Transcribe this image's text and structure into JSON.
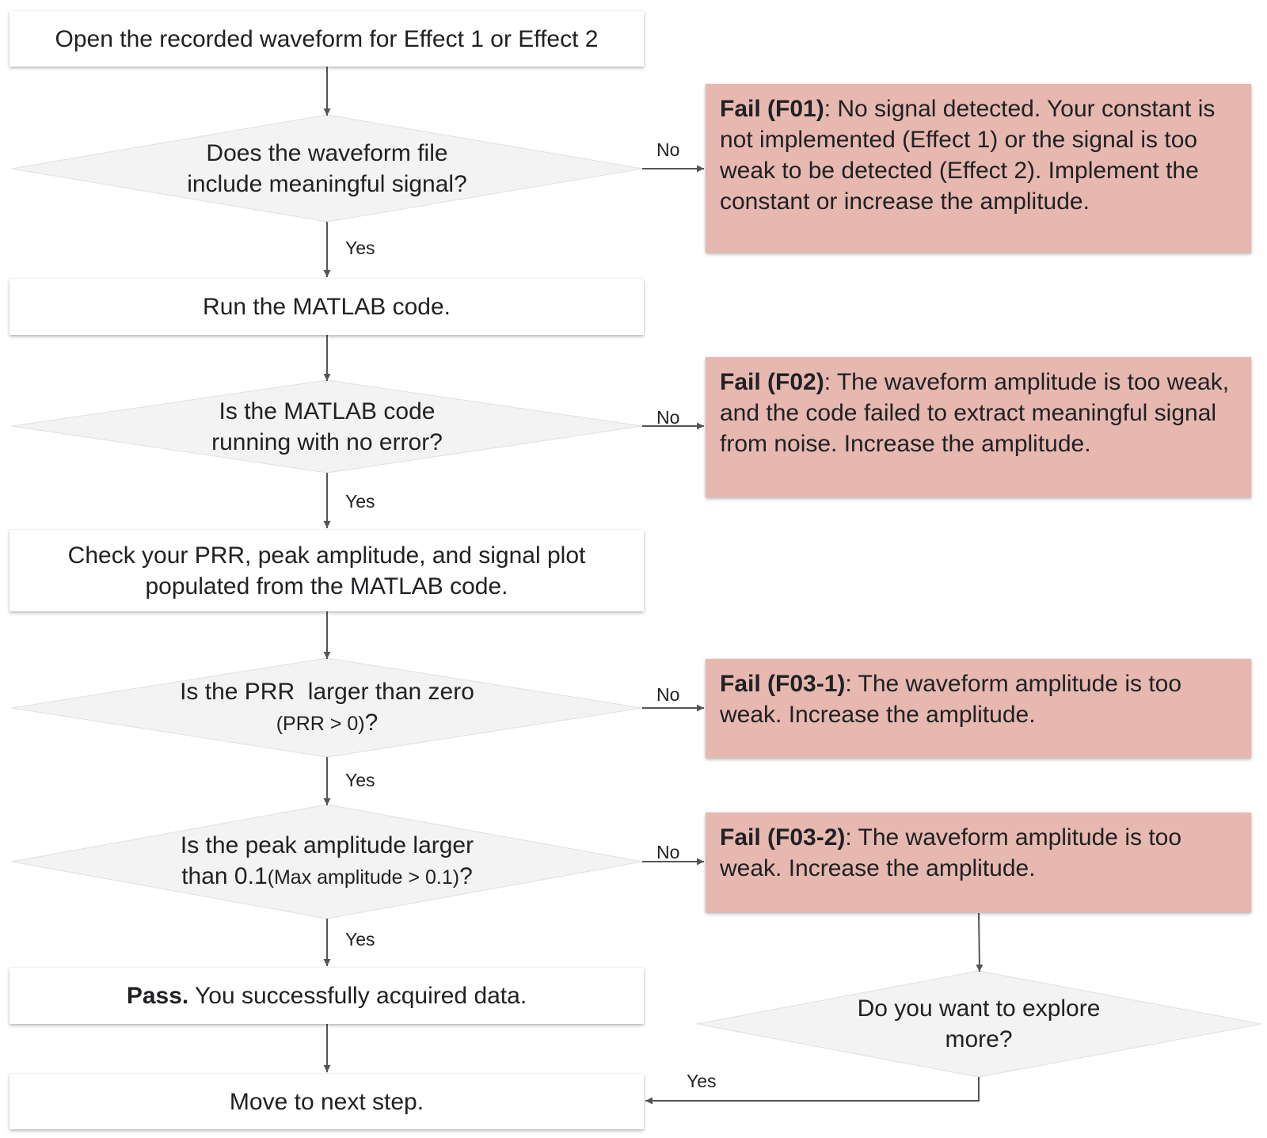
{
  "nodes": {
    "start": "Open the recorded waveform for Effect 1 or Effect 2",
    "d1_line1": "Does the waveform file",
    "d1_line2": "include meaningful signal?",
    "run": "Run the MATLAB code.",
    "d2_line1": "Is the MATLAB code",
    "d2_line2": "running with no error?",
    "check_line1": "Check your PRR, peak amplitude, and signal plot",
    "check_line2": "populated from the MATLAB code.",
    "d3_line1": "Is the PRR  larger than zero",
    "d3_line2_small": "(PRR > 0)",
    "d3_line2_tail": "?",
    "d4_line1": "Is the peak amplitude larger",
    "d4_line2_main": "than 0.1",
    "d4_line2_small": "(Max amplitude > 0.1)",
    "d4_line2_tail": "?",
    "pass_bold": "Pass.",
    "pass_rest": " You successfully acquired data.",
    "next": "Move to next step.",
    "d5_line1": "Do you want to explore",
    "d5_line2": "more?"
  },
  "fails": {
    "f01_code": "Fail (F01)",
    "f01_text": ": No signal detected. Your constant is not implemented (Effect 1) or the signal is too weak to be detected (Effect 2). Implement the constant or increase the amplitude.",
    "f02_code": "Fail (F02)",
    "f02_text": ": The waveform amplitude is too weak, and the code failed to extract meaningful signal from noise. Increase the amplitude.",
    "f031_code": "Fail (F03-1)",
    "f031_text": ": The waveform amplitude is too weak. Increase the amplitude.",
    "f032_code": "Fail (F03-2)",
    "f032_text": ": The waveform amplitude is too weak. Increase the amplitude."
  },
  "labels": {
    "yes": "Yes",
    "no": "No"
  },
  "colors": {
    "fail_fill": "#e6b8af",
    "diamond_fill": "#f3f3f3",
    "box_fill": "#ffffff",
    "arrow": "#555555",
    "text": "#202124"
  }
}
